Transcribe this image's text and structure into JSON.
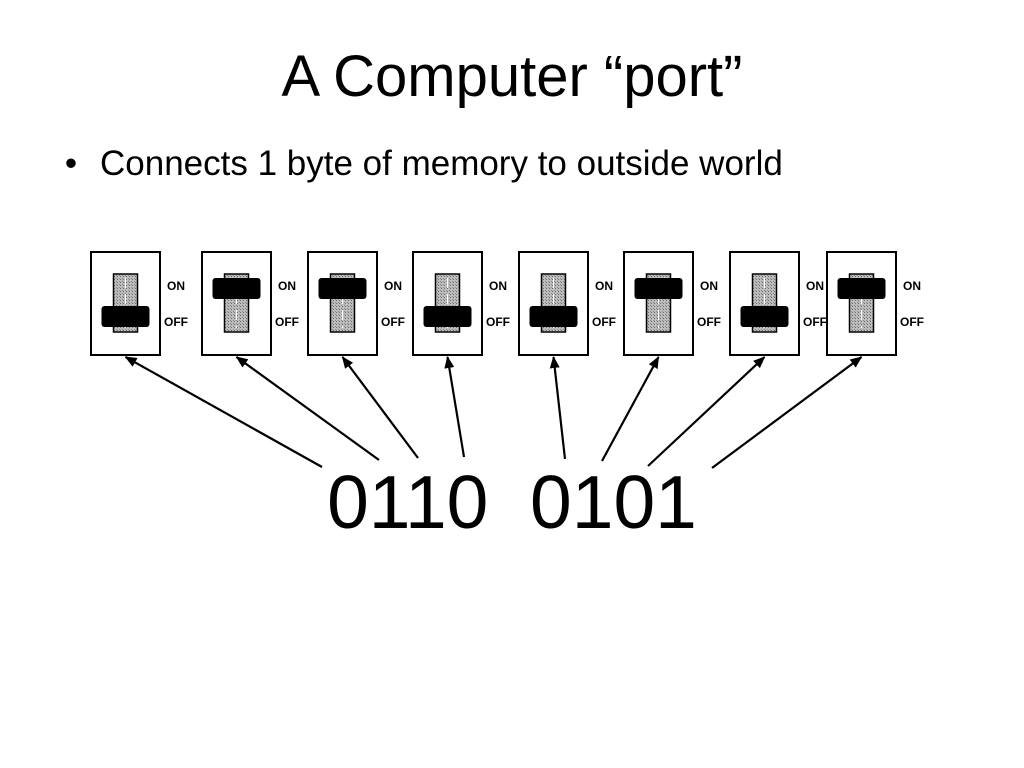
{
  "title": "A Computer “port”",
  "bullet": {
    "marker": "•",
    "text": "Connects 1 byte of memory to outside world"
  },
  "switches": [
    {
      "bit": 0,
      "state": "off",
      "on_label": "ON",
      "off_label": "OFF"
    },
    {
      "bit": 1,
      "state": "on",
      "on_label": "ON",
      "off_label": "OFF"
    },
    {
      "bit": 1,
      "state": "on",
      "on_label": "ON",
      "off_label": "OFF"
    },
    {
      "bit": 0,
      "state": "off",
      "on_label": "ON",
      "off_label": "OFF"
    },
    {
      "bit": 0,
      "state": "off",
      "on_label": "ON",
      "off_label": "OFF"
    },
    {
      "bit": 1,
      "state": "on",
      "on_label": "ON",
      "off_label": "OFF"
    },
    {
      "bit": 0,
      "state": "off",
      "on_label": "ON",
      "off_label": "OFF"
    },
    {
      "bit": 1,
      "state": "on",
      "on_label": "ON",
      "off_label": "OFF"
    }
  ],
  "bits_text": "0110  0101"
}
